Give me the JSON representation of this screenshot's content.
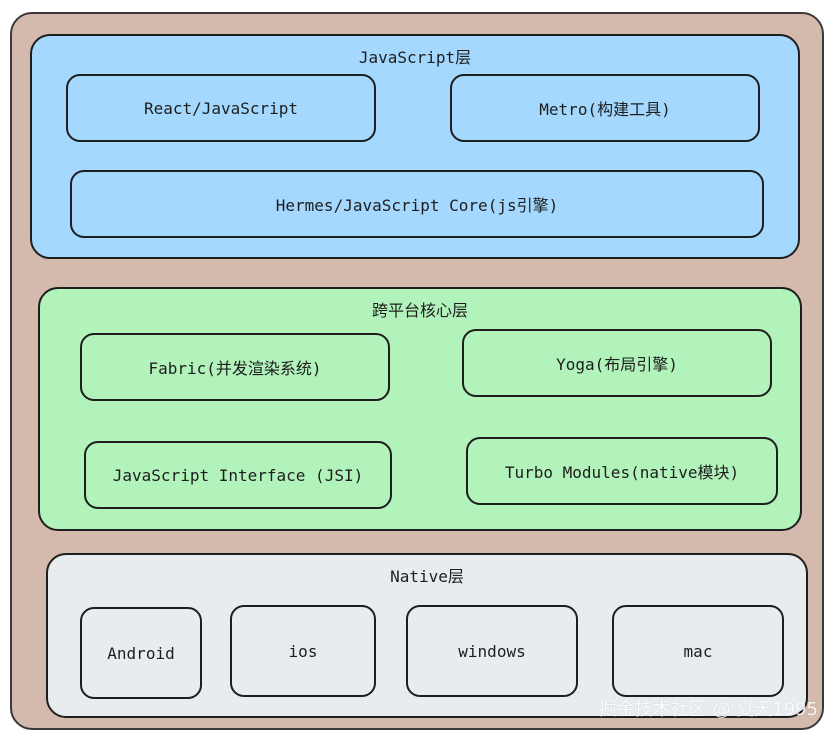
{
  "layers": [
    {
      "title": "JavaScript层",
      "color": "#a5d8ff",
      "boxes": [
        "React/JavaScript",
        "Metro(构建工具)",
        "Hermes/JavaScript Core(js引擎)"
      ]
    },
    {
      "title": "跨平台核心层",
      "color": "#b2f2bb",
      "boxes": [
        "Fabric(并发渲染系统)",
        "Yoga(布局引擎)",
        "JavaScript Interface (JSI)",
        "Turbo Modules(native模块)"
      ]
    },
    {
      "title": "Native层",
      "color": "#e9ecef",
      "boxes": [
        "Android",
        "ios",
        "windows",
        "mac"
      ]
    }
  ],
  "background_color": "#d4b9ad",
  "watermark": "掘金技术社区 @ 夏天1995"
}
